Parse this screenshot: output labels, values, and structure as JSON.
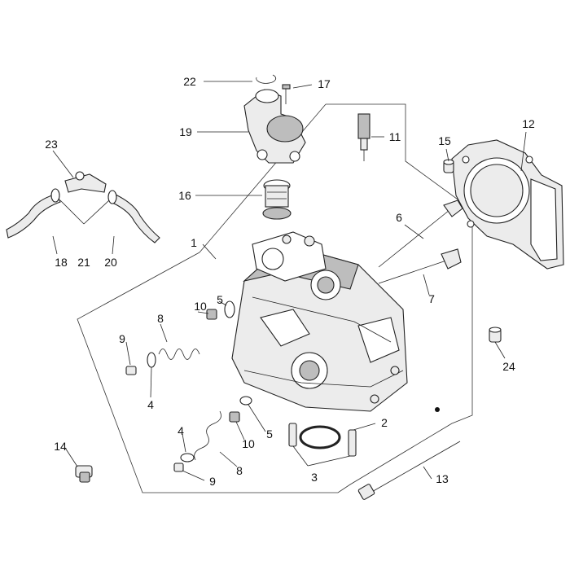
{
  "callouts": [
    {
      "id": "c1",
      "label": "1"
    },
    {
      "id": "c2",
      "label": "2"
    },
    {
      "id": "c3",
      "label": "3"
    },
    {
      "id": "c4a",
      "label": "4"
    },
    {
      "id": "c4b",
      "label": "4"
    },
    {
      "id": "c5a",
      "label": "5"
    },
    {
      "id": "c5b",
      "label": "5"
    },
    {
      "id": "c6",
      "label": "6"
    },
    {
      "id": "c7",
      "label": "7"
    },
    {
      "id": "c8a",
      "label": "8"
    },
    {
      "id": "c8b",
      "label": "8"
    },
    {
      "id": "c9a",
      "label": "9"
    },
    {
      "id": "c9b",
      "label": "9"
    },
    {
      "id": "c10a",
      "label": "10"
    },
    {
      "id": "c10b",
      "label": "10"
    },
    {
      "id": "c11",
      "label": "11"
    },
    {
      "id": "c12",
      "label": "12"
    },
    {
      "id": "c13",
      "label": "13"
    },
    {
      "id": "c14",
      "label": "14"
    },
    {
      "id": "c15",
      "label": "15"
    },
    {
      "id": "c16",
      "label": "16"
    },
    {
      "id": "c17",
      "label": "17"
    },
    {
      "id": "c18",
      "label": "18"
    },
    {
      "id": "c19",
      "label": "19"
    },
    {
      "id": "c20",
      "label": "20"
    },
    {
      "id": "c21",
      "label": "21"
    },
    {
      "id": "c22",
      "label": "22"
    },
    {
      "id": "c23",
      "label": "23"
    },
    {
      "id": "c24",
      "label": "24"
    }
  ]
}
